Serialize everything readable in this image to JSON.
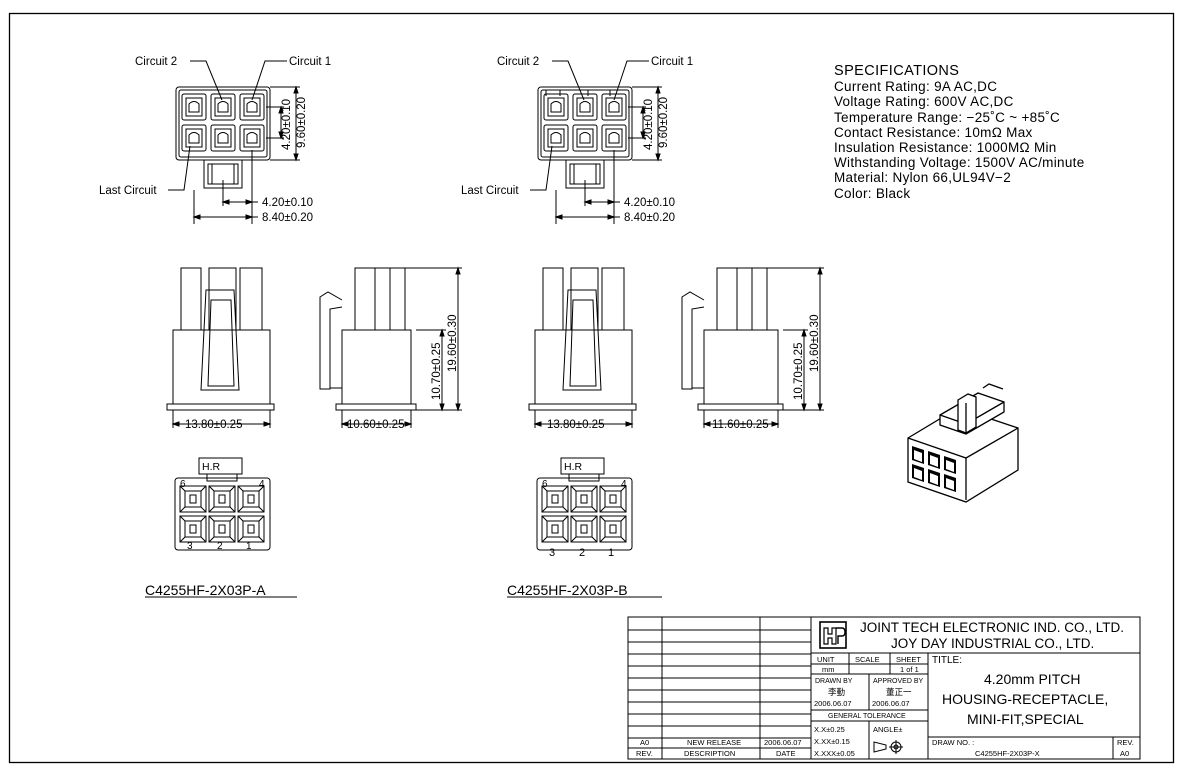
{
  "view_a": {
    "label_c2": "Circuit 2",
    "label_c1": "Circuit 1",
    "label_last": "Last Circuit",
    "dim_pitch_v": "4.20±0.10",
    "dim_height": "9.60±0.20",
    "dim_pitch_h": "4.20±0.10",
    "dim_width": "8.40±0.20",
    "dim_front_w": "13.80±0.25",
    "dim_side_w": "10.60±0.25",
    "dim_side_h1": "10.70±0.25",
    "dim_side_h2": "19.60±0.30",
    "hr": "H.R",
    "pin6": "6",
    "pin4": "4",
    "pin3": "3",
    "pin2": "2",
    "pin1": "1",
    "part": "C4255HF-2X03P-A"
  },
  "view_b": {
    "label_c2": "Circuit 2",
    "label_c1": "Circuit 1",
    "label_last": "Last Circuit",
    "dim_pitch_v": "4.20±0.10",
    "dim_height": "9.60±0.20",
    "dim_pitch_h": "4.20±0.10",
    "dim_width": "8.40±0.20",
    "dim_front_w": "13.80±0.25",
    "dim_side_w": "11.60±0.25",
    "dim_side_h1": "10.70±0.25",
    "dim_side_h2": "19.60±0.30",
    "hr": "H.R",
    "pin6": "6",
    "pin4": "4",
    "pin3": "3",
    "pin2": "2",
    "pin1": "1",
    "part": "C4255HF-2X03P-B"
  },
  "specs": {
    "heading": "SPECIFICATIONS",
    "lines": [
      "Current Rating: 9A AC,DC",
      "Voltage Rating: 600V AC,DC",
      "Temperature Range: −25˚C ~ +85˚C",
      "Contact Resistance: 10mΩ Max",
      "Insulation Resistance: 1000MΩ Min",
      "Withstanding Voltage: 1500V AC/minute",
      "Material: Nylon 66,UL94V−2",
      "Color: Black"
    ]
  },
  "title_block": {
    "company1": "JOINT TECH ELECTRONIC IND. CO., LTD.",
    "company2": "JOY DAY INDUSTRIAL CO., LTD.",
    "unit_label": "UNIT",
    "unit_value": "mm",
    "scale_label": "SCALE",
    "sheet_label": "SHEET",
    "sheet_value": "1 of 1",
    "drawn_by_label": "DRAWN BY",
    "drawn_by": "李勤",
    "drawn_date": "2006.06.07",
    "approved_by_label": "APPROVED BY",
    "approved_by": "董正一",
    "approved_date": "2006.06.07",
    "tol_label": "GENERAL TOLERANCE",
    "tol1": "X.X±0.25",
    "tol2": "X.XX±0.15",
    "tol3": "X.XXX±0.05",
    "angle_label": "ANGLE±",
    "title_label": "TITLE:",
    "title1": "4.20mm PITCH",
    "title2": "HOUSING-RECEPTACLE,",
    "title3": "MINI-FIT,SPECIAL",
    "draw_no_label": "DRAW NO. :",
    "draw_no": "C4255HF-2X03P-X",
    "rev_label": "REV.",
    "rev_value": "A0"
  },
  "revision": {
    "rev": "A0",
    "description": "NEW RELEASE",
    "date": "2006.06.07",
    "col_rev": "REV.",
    "col_desc": "DESCRIPTION",
    "col_date": "DATE"
  }
}
